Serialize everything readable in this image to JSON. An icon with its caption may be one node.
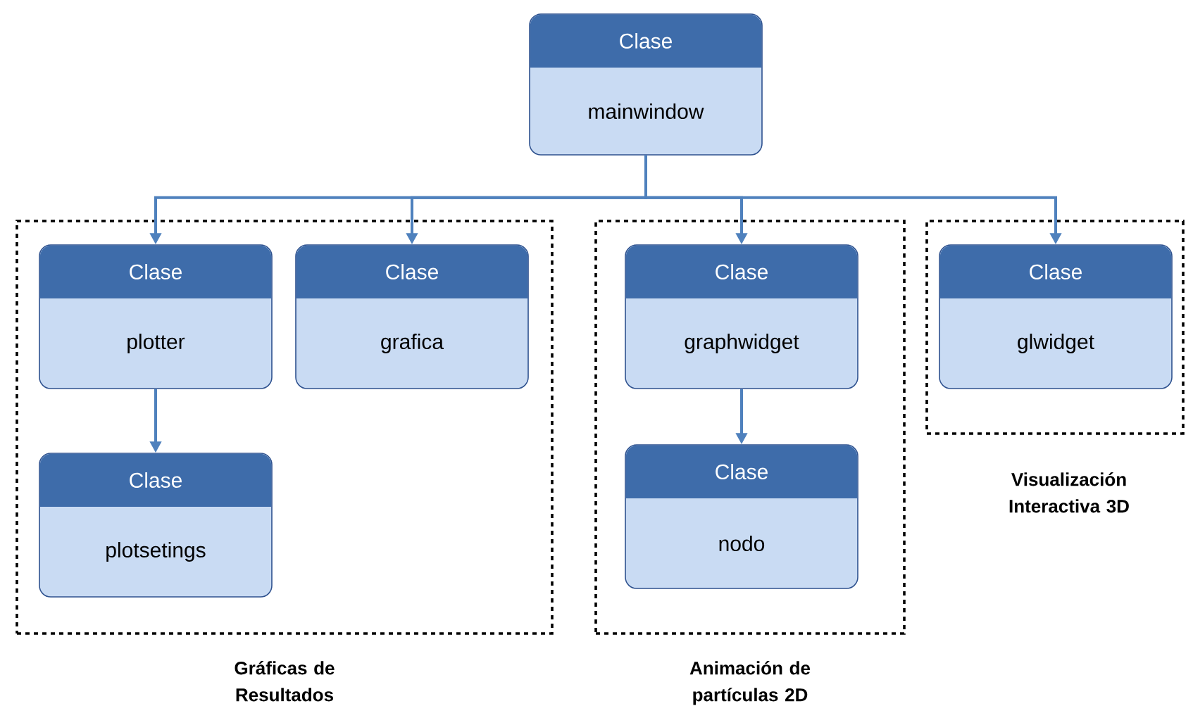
{
  "diagram": {
    "nodes": [
      {
        "text": [
          "Clase",
          "mainwindow"
        ]
      },
      {
        "text": [
          "Gráficas de Resultados"
        ]
      },
      {
        "text": [
          "Clase",
          "plotter"
        ],
        "in": 1
      },
      {
        "text": [
          "Clase",
          "grafica"
        ],
        "in": 1
      },
      {
        "text": [
          "Clase",
          "plotsetings"
        ],
        "in": 1
      },
      {
        "text": [
          "Animación de partículas 2D"
        ]
      },
      {
        "text": [
          "Clase",
          "graphwidget"
        ],
        "in": 5
      },
      {
        "text": [
          "Clase",
          "nodo"
        ],
        "in": 5
      },
      {
        "text": [
          "Visualización Interactiva 3D"
        ]
      },
      {
        "text": [
          "Clase",
          "glwidget"
        ],
        "in": 8
      }
    ],
    "edges": [
      {
        "from": 0,
        "to": 2,
        "arrow": "to"
      },
      {
        "from": 0,
        "to": 3,
        "arrow": "to"
      },
      {
        "from": 0,
        "to": 6,
        "arrow": "to"
      },
      {
        "from": 0,
        "to": 9,
        "arrow": "to"
      },
      {
        "from": 2,
        "to": 4,
        "arrow": "to"
      },
      {
        "from": 6,
        "to": 7,
        "arrow": "to"
      }
    ]
  }
}
